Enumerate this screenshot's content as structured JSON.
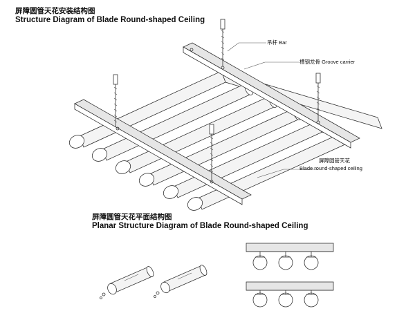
{
  "titles": {
    "main_cn": "屏障圆管天花安装结构图",
    "main_en": "Structure Diagram of Blade Round-shaped Ceiling",
    "planar_cn": "屏障圆管天花平面结构图",
    "planar_en": "Planar Structure Diagram of Blade Round-shaped Ceiling"
  },
  "labels": {
    "bar": "吊杆 Bar",
    "groove_carrier": "槽钢龙骨 Groove carrier",
    "ceiling_cn": "屏障圆管天花",
    "ceiling_en": "Blade round-shaped ceiling"
  },
  "colors": {
    "line": "#333333",
    "tube_fill": "#f4f4f4",
    "carrier_fill": "#e6e6e6"
  }
}
